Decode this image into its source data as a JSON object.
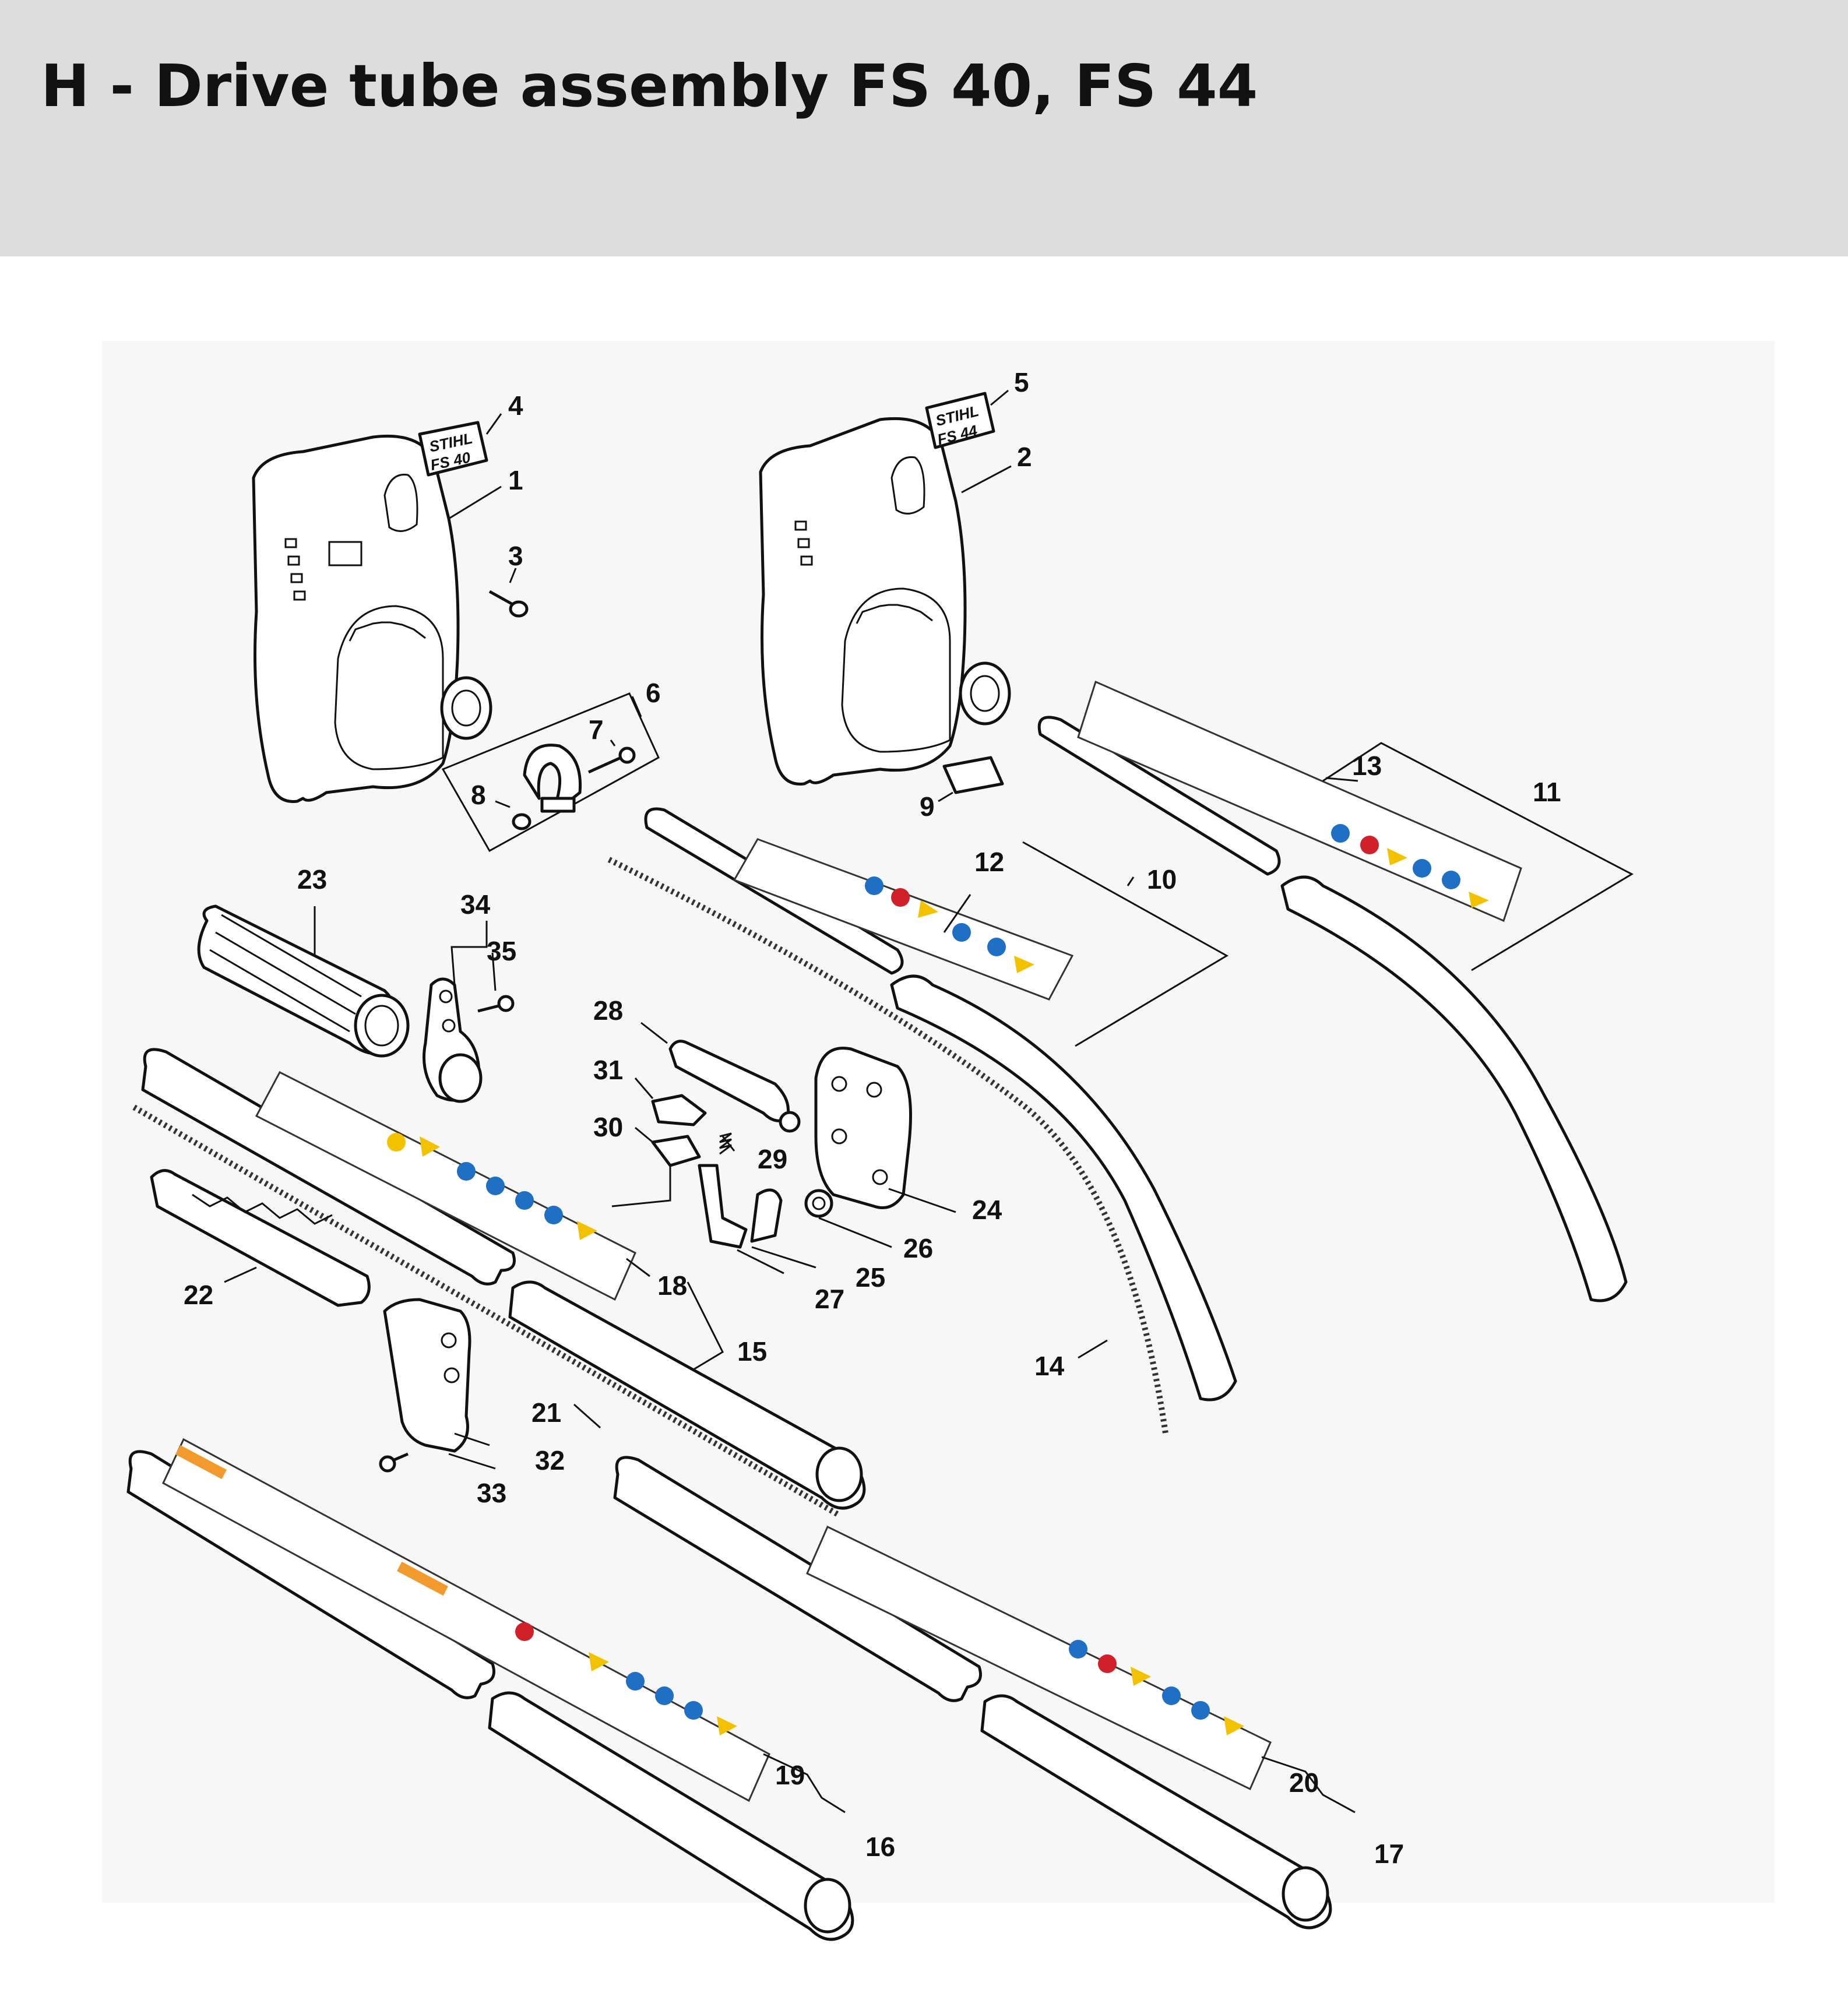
{
  "title": "H - Drive tube assembly FS 40, FS 44",
  "logo_labels": {
    "fs40_top": "STIHL",
    "fs40_bottom": "FS 40",
    "fs44_top": "STIHL",
    "fs44_bottom": "FS 44"
  },
  "callouts": [
    "1",
    "2",
    "3",
    "4",
    "5",
    "6",
    "7",
    "8",
    "9",
    "10",
    "11",
    "12",
    "13",
    "14",
    "15",
    "16",
    "17",
    "18",
    "19",
    "20",
    "21",
    "22",
    "23",
    "24",
    "25",
    "26",
    "27",
    "28",
    "29",
    "30",
    "31",
    "32",
    "33",
    "34",
    "35"
  ],
  "colors": {
    "header_bg": "#dcdddc",
    "warning_yellow": "#f2c200",
    "mandatory_blue": "#1f6fc4",
    "prohibition_red": "#d0202a",
    "caution_orange": "#f29a2e"
  }
}
